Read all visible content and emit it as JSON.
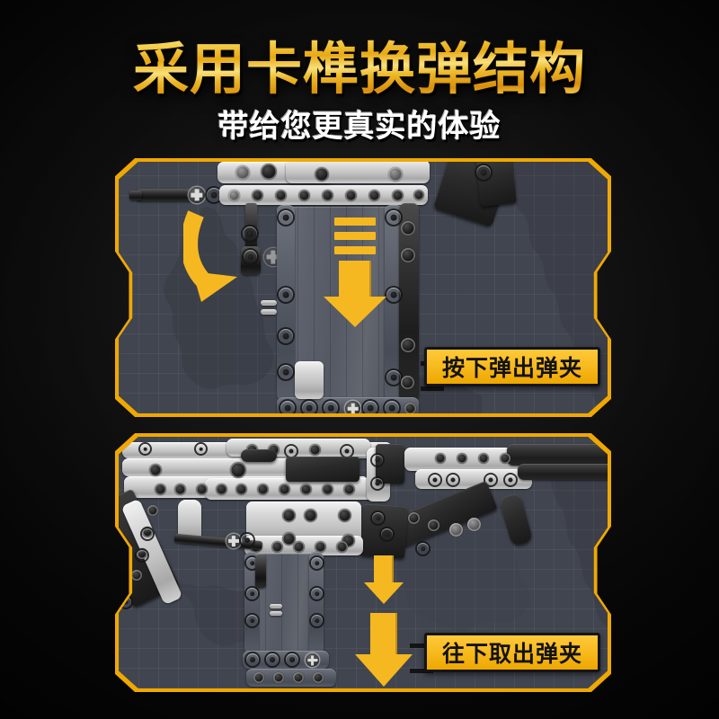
{
  "header": {
    "main_title": "采用卡榫换弹结构",
    "sub_title": "带给您更真实的体验",
    "title_color": "#eeb422",
    "sub_title_color": "#ffffff"
  },
  "background": {
    "color": "#101010",
    "texture": "dark-stone"
  },
  "panels": [
    {
      "id": "panel-top",
      "name": "press-to-eject-magazine",
      "label": "按下弹出弹夹",
      "border_color": "#f0a800",
      "fill_color": "#41454f",
      "grid": true,
      "arrows": [
        {
          "type": "curved",
          "direction": "down-right",
          "color": "#f5b820"
        },
        {
          "type": "straight-down",
          "motion_dashes": 3,
          "color": "#f5b820"
        }
      ],
      "subject": "lego-technic-smg-receiver-with-magazine"
    },
    {
      "id": "panel-bottom",
      "name": "pull-down-to-remove-magazine",
      "label": "往下取出弹夹",
      "border_color": "#f0a800",
      "fill_color": "#41454f",
      "grid": true,
      "arrows": [
        {
          "type": "straight-down",
          "size": "small",
          "color": "#f5b820"
        },
        {
          "type": "straight-down",
          "size": "large",
          "color": "#f5b820"
        }
      ],
      "subject": "lego-technic-smg-full-view-with-detached-magazine"
    }
  ],
  "palette": {
    "gold": "#f5b820",
    "gold_dark": "#eea700",
    "badge_text": "#121212",
    "panel_slate": "#41454f",
    "lego_blue_pin": "#2f7fc4",
    "lego_light_grey": "#d3d3d3",
    "lego_black": "#1d1d1d"
  }
}
